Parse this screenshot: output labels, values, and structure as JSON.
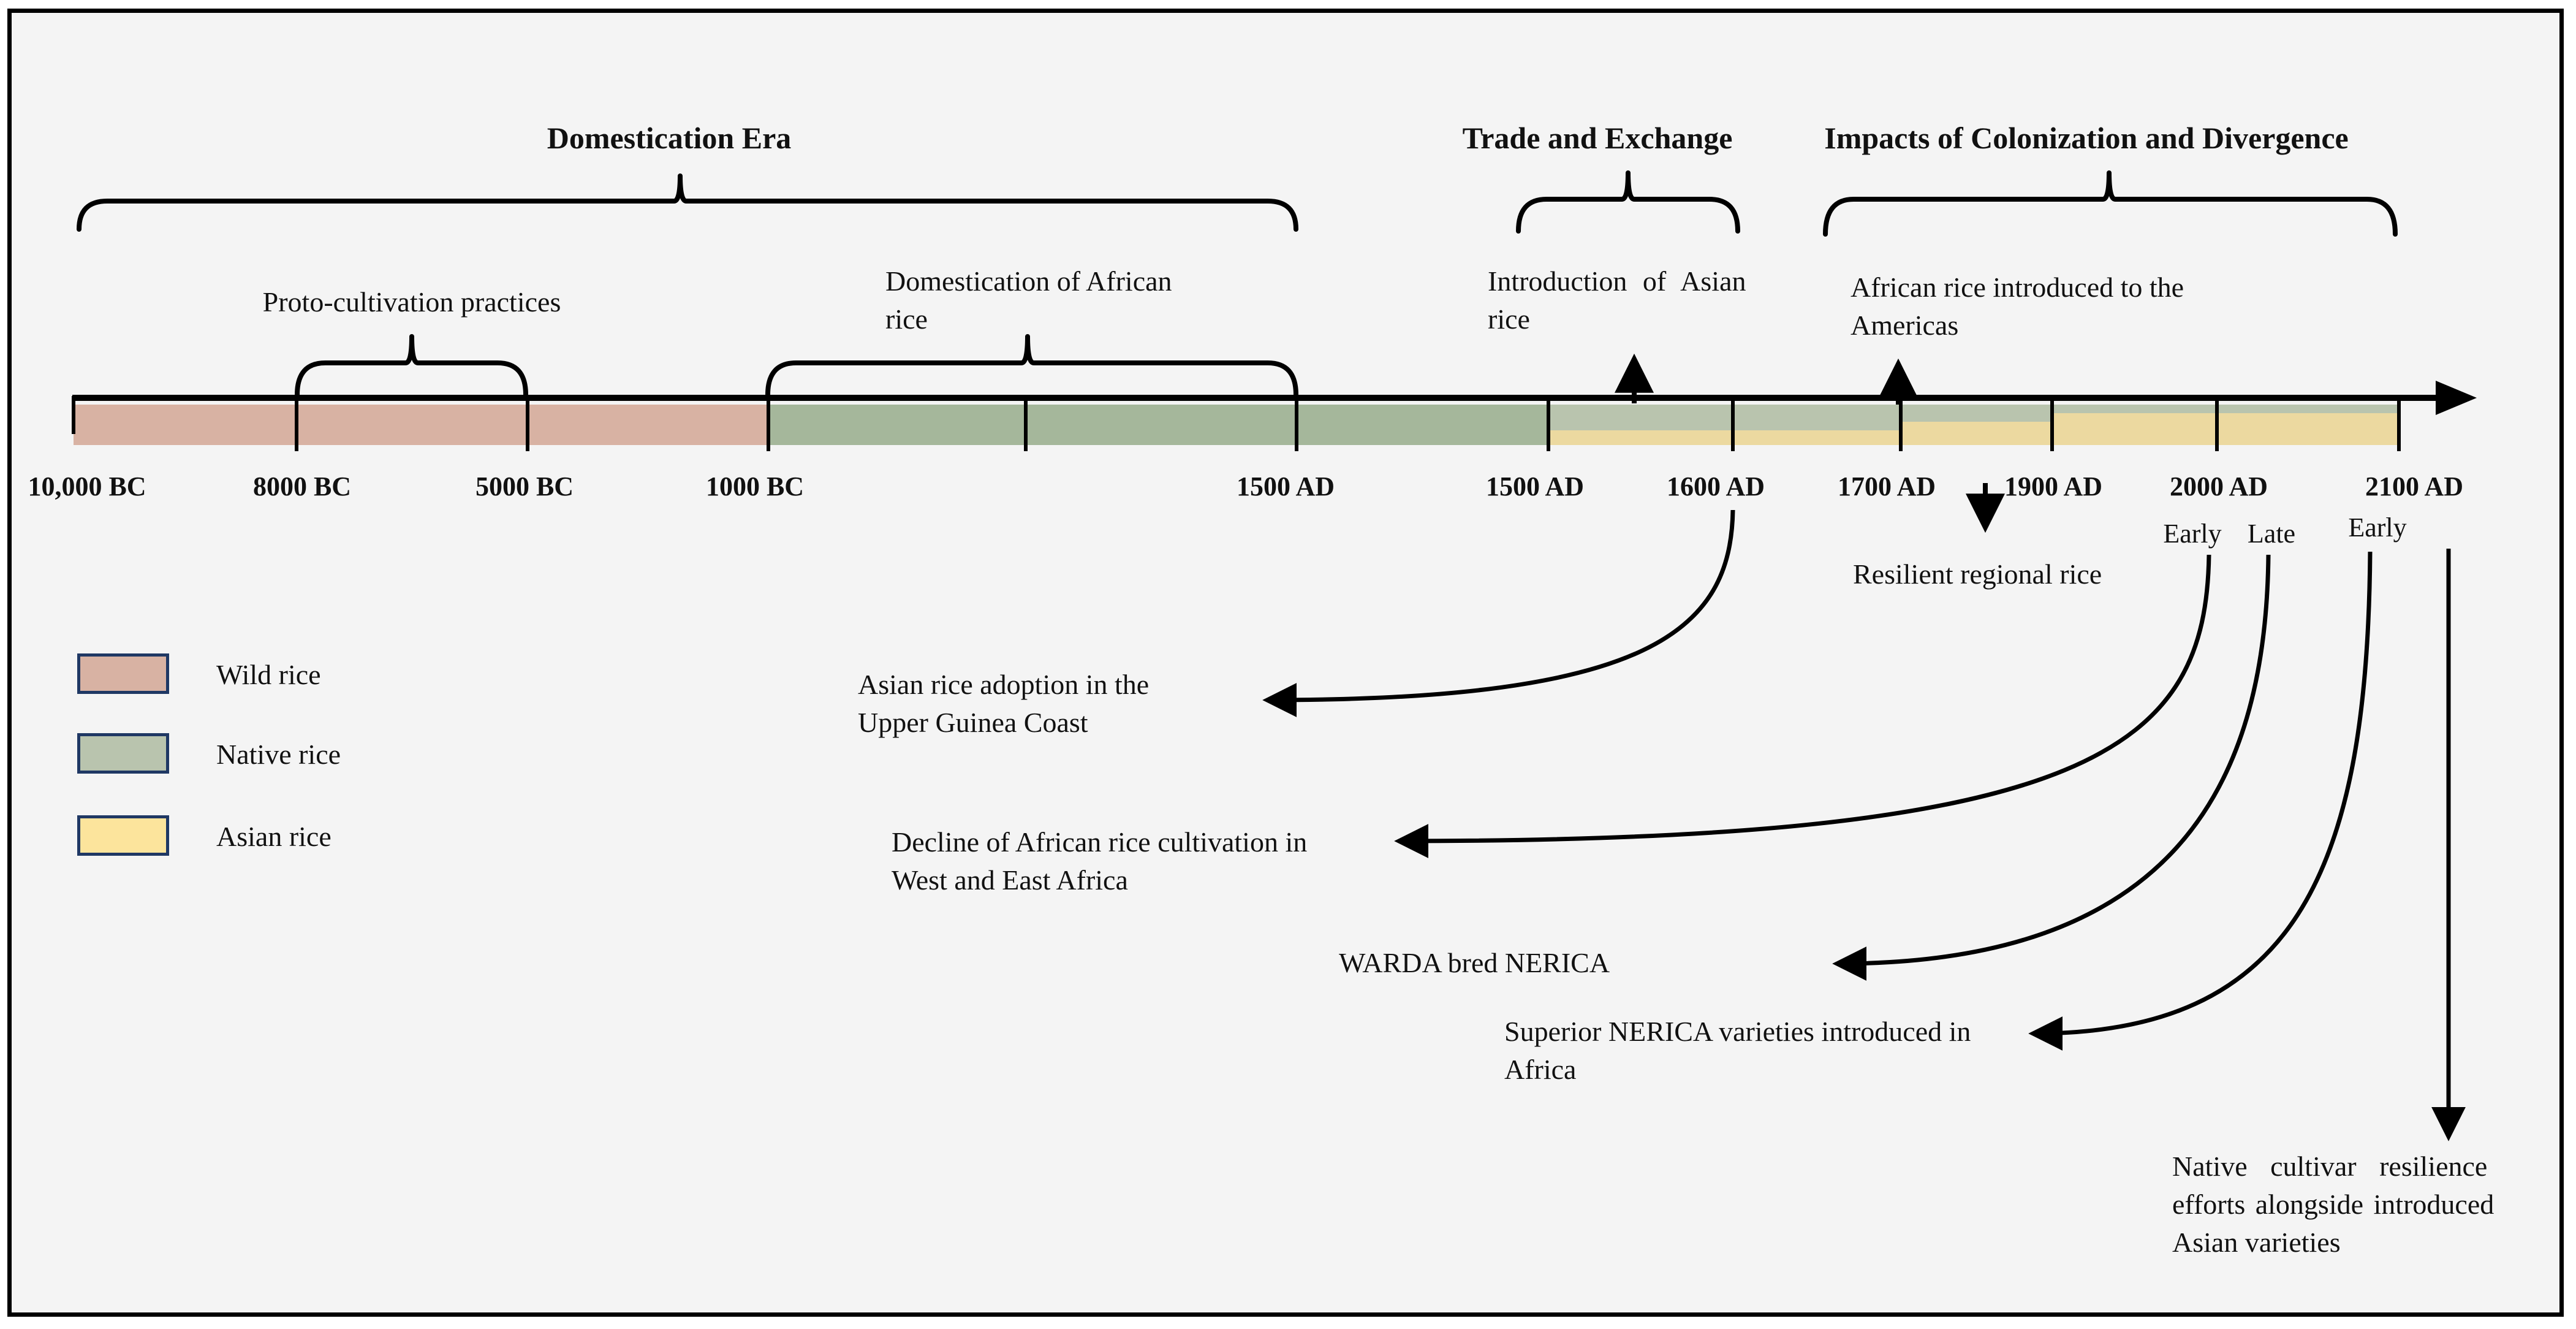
{
  "figure": {
    "background": "#f4f4f4",
    "frame_border": "#000000"
  },
  "colors": {
    "wild": "#d8b2a3",
    "native": "#a5b79b",
    "native_light": "#b9c4ae",
    "asian": "#ecd9a0",
    "asian_legend": "#fce49c",
    "legend_border": "#1f3864",
    "ink": "#000000"
  },
  "eras": {
    "domestication": "Domestication Era",
    "trade": "Trade and Exchange",
    "impacts": "Impacts of Colonization and Divergence"
  },
  "events": {
    "proto": "Proto-cultivation practices",
    "domestication_line1": "Domestication of African",
    "domestication_line2": "rice",
    "introduction_line1": "Introduction of Asian",
    "introduction_line2": "rice",
    "americas_line1": "African rice introduced to the",
    "americas_line2": "Americas",
    "resilient": "Resilient regional rice"
  },
  "timeline": {
    "dates": [
      {
        "text": "10,000 BC"
      },
      {
        "text": "8000 BC"
      },
      {
        "text": "5000 BC"
      },
      {
        "text": "1000 BC"
      },
      {
        "text": "1500 AD"
      },
      {
        "text": "1500 AD"
      },
      {
        "text": "1600 AD"
      },
      {
        "text": "1700 AD"
      },
      {
        "text": "1900 AD"
      },
      {
        "text": "2000 AD"
      },
      {
        "text": "2100 AD"
      }
    ],
    "period_markers": {
      "early_2000": "Early",
      "late_2000": "Late",
      "early_2100": "Early"
    }
  },
  "legend": {
    "items": [
      {
        "label": "Wild rice"
      },
      {
        "label": "Native rice"
      },
      {
        "label": "Asian rice"
      }
    ]
  },
  "annotations": {
    "adoption_line1": "Asian rice adoption in the",
    "adoption_line2": "Upper Guinea Coast",
    "decline_line1": "Decline of African rice cultivation in",
    "decline_line2": "West and East Africa",
    "warda": "WARDA bred NERICA",
    "superior_line1": "Superior NERICA varieties introduced in",
    "superior_line2": "Africa",
    "native_line1": "Native cultivar resilience",
    "native_line2": "efforts alongside introduced",
    "native_line3": "Asian varieties"
  }
}
